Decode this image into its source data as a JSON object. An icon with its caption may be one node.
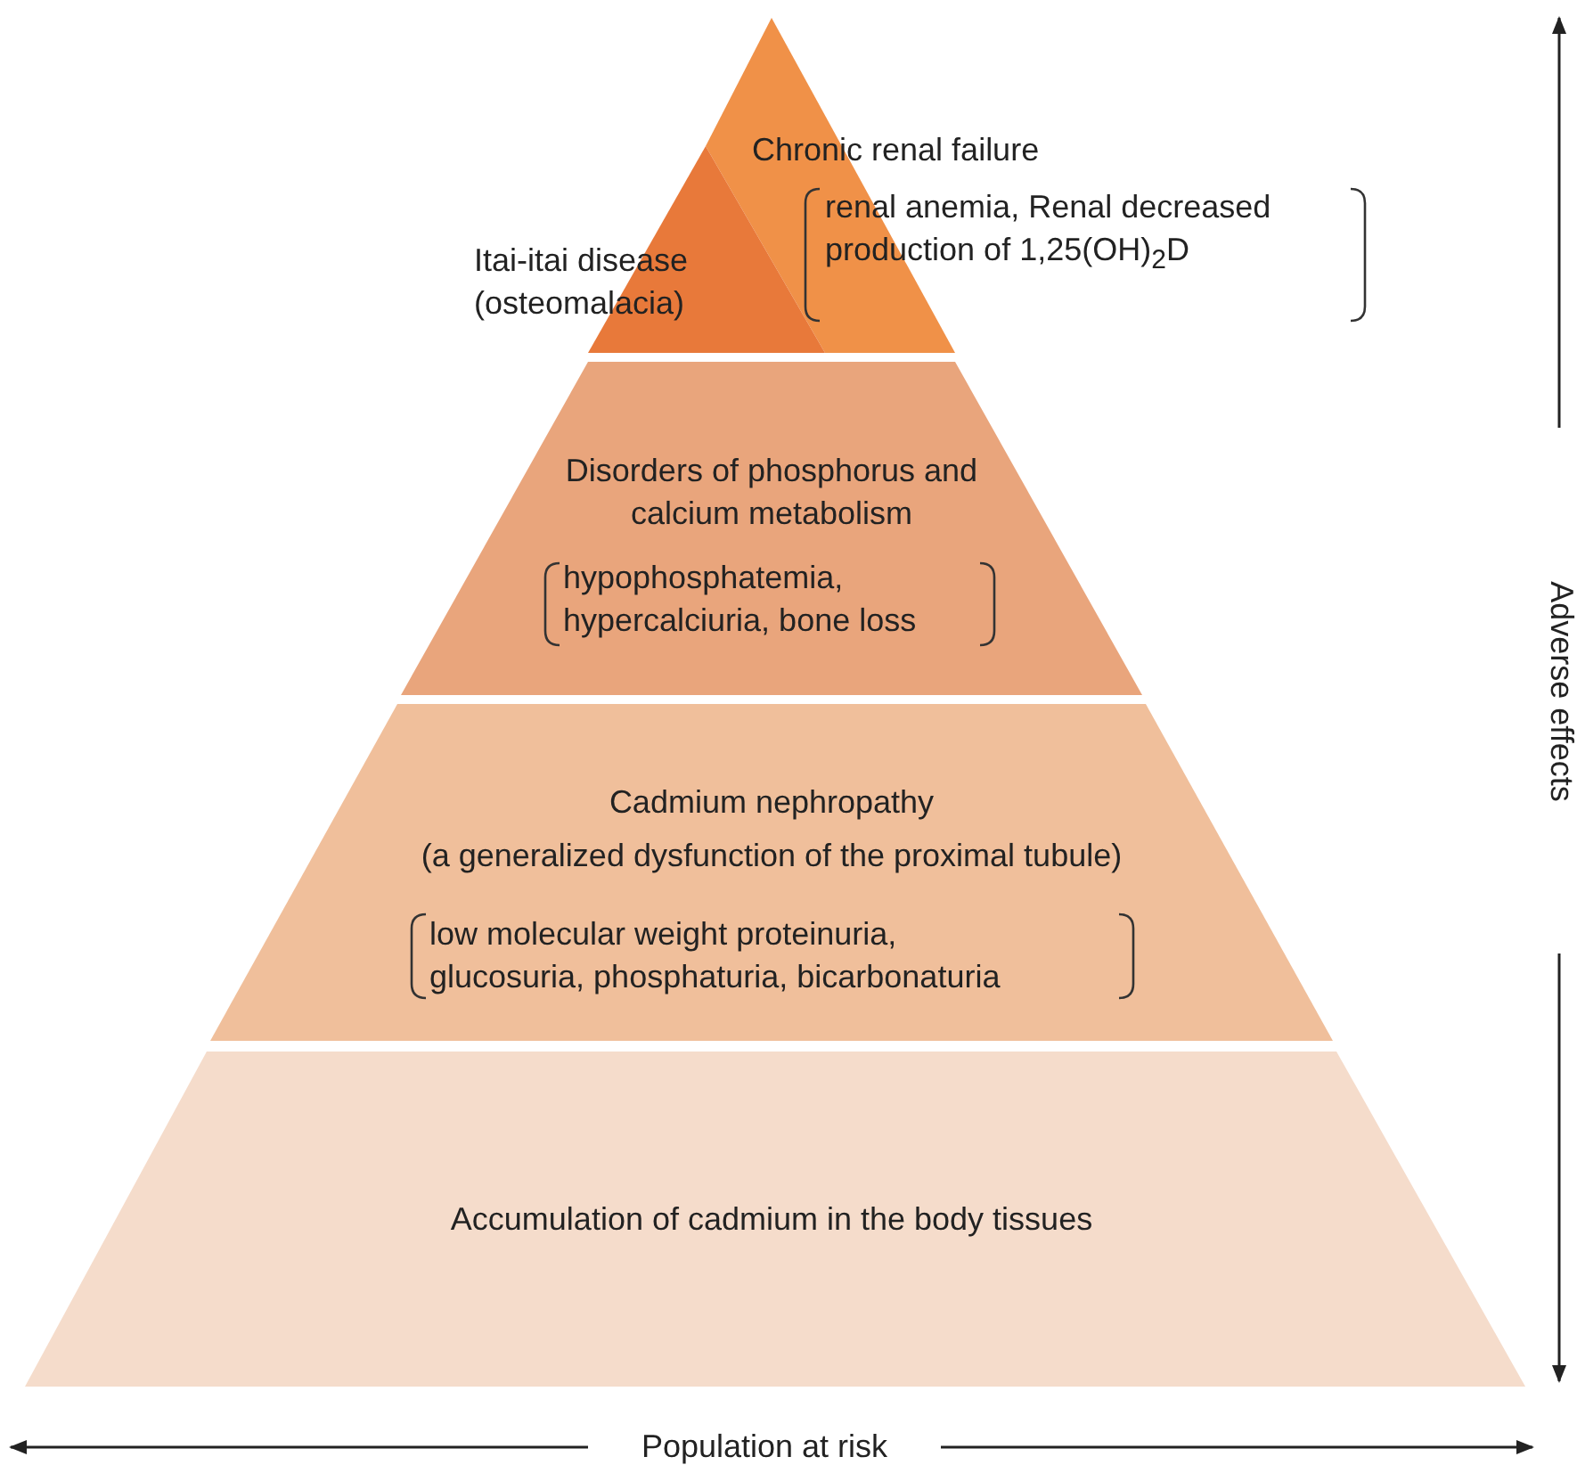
{
  "diagram": {
    "nodes": [
      {
        "text": [
          "Itai-itai disease (osteomalacia)"
        ]
      },
      {
        "text": [
          "Chronic renal failure",
          "renal anemia, Renal decreased production of 1,25(OH)$_{2}$D"
        ]
      },
      {
        "text": [
          "Disorders of phosphorus and calcium metabolism",
          "hypophosphatemia, hypercalciuria, bone loss"
        ]
      },
      {
        "text": [
          "Cadmium nephropathy",
          "(a generalized dysfunction of the proximal tubule)",
          "low molecular weight proteinuria, glucosuria, phosphaturia, bicarbonaturia"
        ]
      },
      {
        "text": [
          "Accumulation of cadmium in the body tissues"
        ]
      }
    ],
    "labels": [
      "Adverse effects",
      "Population at risk"
    ]
  }
}
